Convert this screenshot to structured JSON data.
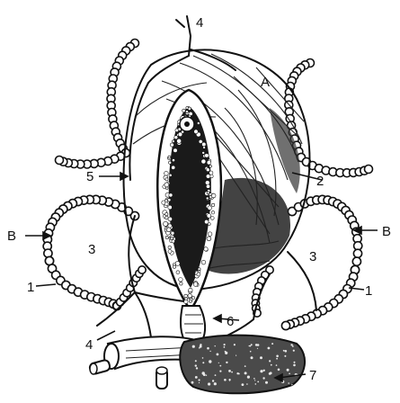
{
  "labels": {
    "l4_top": "4",
    "lA": "A",
    "l5": "5",
    "l2": "2",
    "lB_left": "B",
    "lB_right": "B",
    "l3_left": "3",
    "l3_right": "3",
    "l1_left": "1",
    "l1_right": "1",
    "l4_bottom": "4",
    "l6": "6",
    "l7": "7"
  },
  "colors": {
    "ink": "#111111",
    "background": "#ffffff"
  }
}
